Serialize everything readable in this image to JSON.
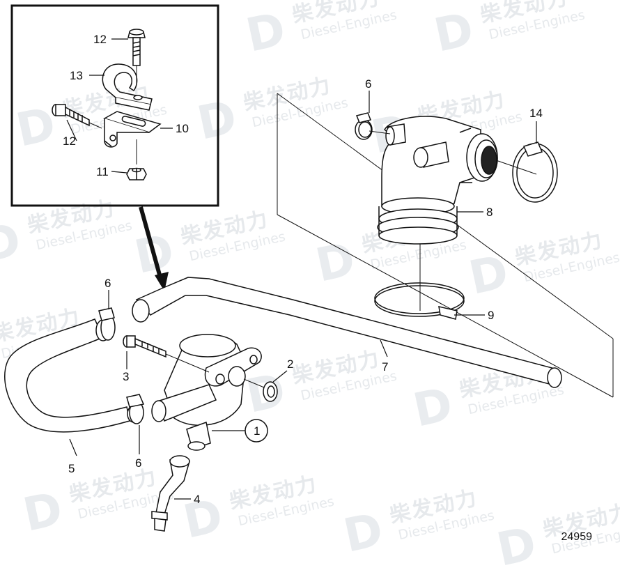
{
  "watermark": {
    "chinese": "柴发动力",
    "english": "Diesel-Engines"
  },
  "callouts": {
    "c1": "1",
    "c2": "2",
    "c3": "3",
    "c4": "4",
    "c5": "5",
    "c6a": "6",
    "c6b": "6",
    "c6c": "6",
    "c7": "7",
    "c8": "8",
    "c9": "9",
    "c10": "10",
    "c11": "11",
    "c12a": "12",
    "c12b": "12",
    "c13": "13",
    "c14": "14"
  },
  "drawing_number": "24959"
}
